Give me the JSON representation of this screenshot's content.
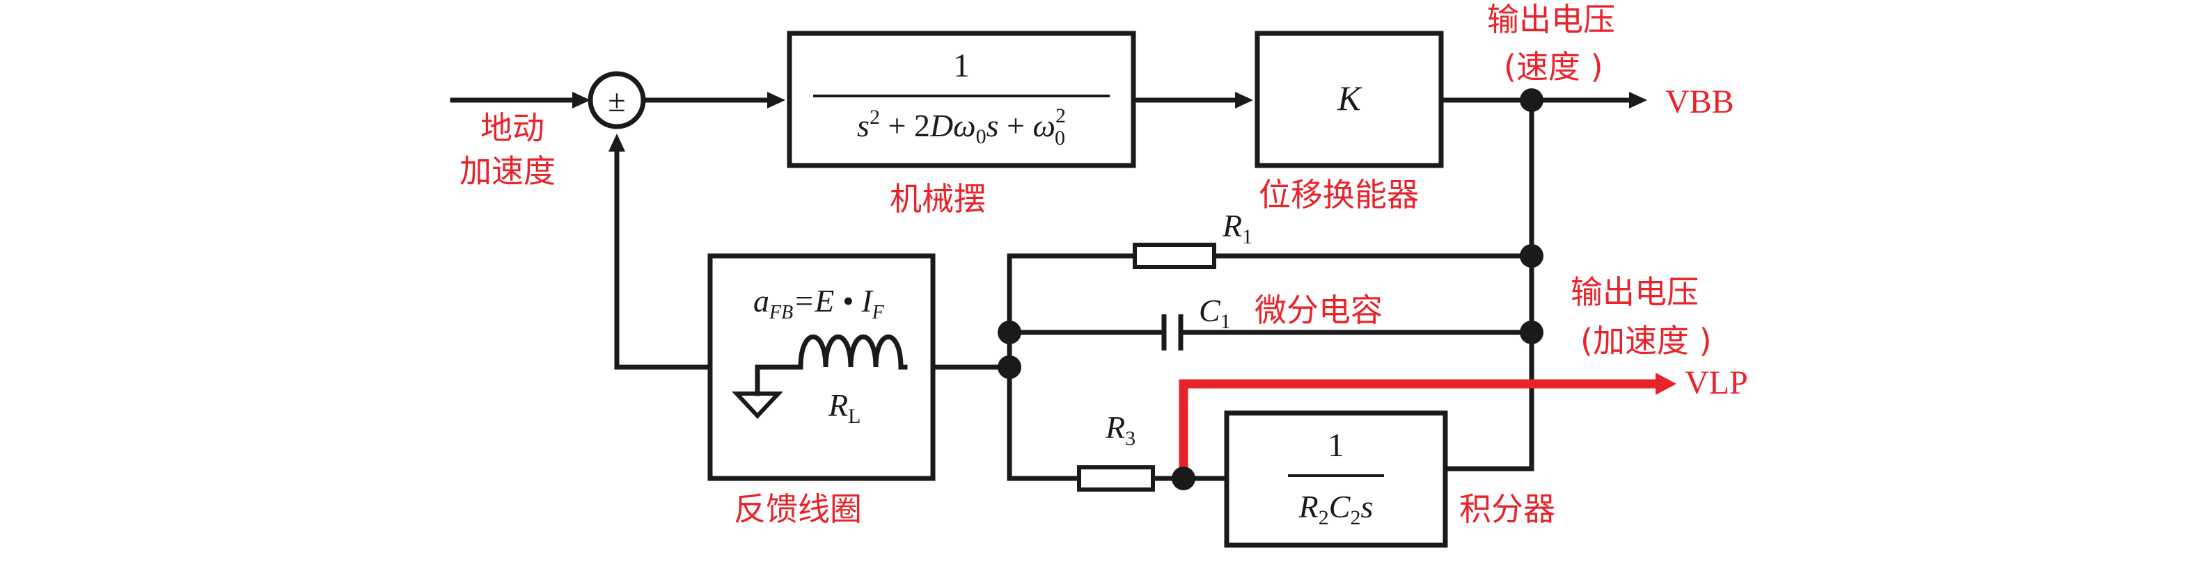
{
  "colors": {
    "line": "#1a1a1a",
    "accent": "#e8232a"
  },
  "labels": {
    "ground_accel_1": "地动",
    "ground_accel_2": "加速度",
    "summer": "±",
    "pendulum": "机械摆",
    "transducer": "位移换能器",
    "out_velocity_1": "输出电压",
    "out_velocity_2": "(速度 )",
    "vbb": "VBB",
    "out_accel_1": "输出电压",
    "out_accel_2": "(加速度 )",
    "diff_cap": "微分电容",
    "vlp": "VLP",
    "feedback_coil": "反馈线圈",
    "integrator": "积分器"
  },
  "math": {
    "tf_num": "1",
    "tf_den_s": "s",
    "tf_den_sq": "2",
    "tf_den_mid": " + 2",
    "tf_den_D": "D",
    "tf_den_omega": "ω",
    "tf_den_sub0": "0",
    "tf_den_s2": "s",
    "tf_den_plus": " + ",
    "tf_den_omega2": "ω",
    "tf_den_sup2": "2",
    "tf_den_sub0b": "0",
    "gain": "K",
    "r1": "R",
    "r1_sub": "1",
    "c1": "C",
    "c1_sub": "1",
    "r3": "R",
    "r3_sub": "3",
    "afb_a": "a",
    "afb_sub": "FB",
    "afb_eq": "=E • I",
    "afb_sub_f": "F",
    "rl": "R",
    "rl_sub": "L",
    "int_num": "1",
    "int_R": "R",
    "int_R_sub": "2",
    "int_C": "C",
    "int_C_sub": "2",
    "int_s": "s"
  }
}
